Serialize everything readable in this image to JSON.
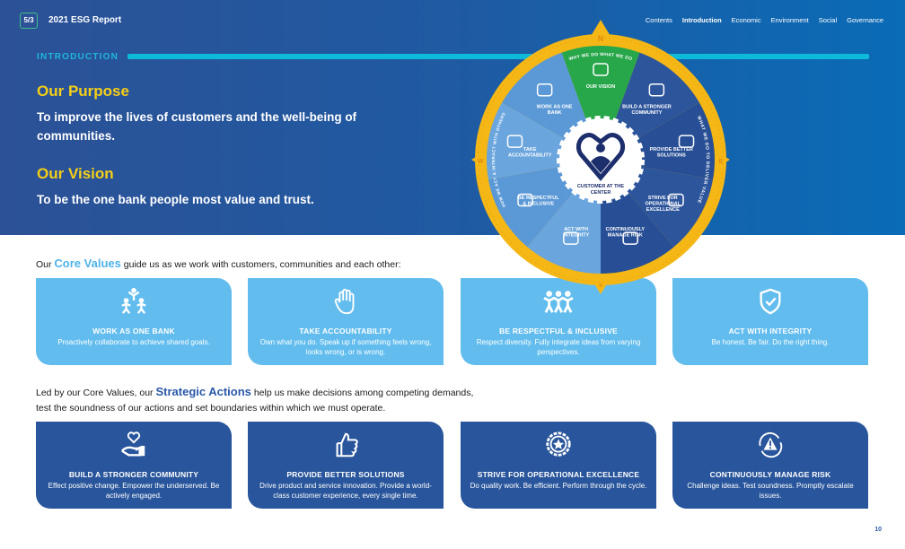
{
  "header": {
    "logo_text": "5/3",
    "report_title": "2021 ESG Report",
    "nav": [
      "Contents",
      "Introduction",
      "Economic",
      "Environment",
      "Social",
      "Governance"
    ],
    "active_nav": "Introduction"
  },
  "section_label": "INTRODUCTION",
  "purpose": {
    "heading": "Our Purpose",
    "text": "To improve the lives of customers and the well-being of communities."
  },
  "vision": {
    "heading": "Our Vision",
    "text": "To be the one bank people most value and trust."
  },
  "core_intro": {
    "pre": "Our ",
    "highlight": "Core Values",
    "post": " guide us as we work with customers, communities and each other:"
  },
  "core_values": [
    {
      "icon": "people-pyramid-icon",
      "title": "WORK AS ONE BANK",
      "desc": "Proactively collaborate to achieve shared goals."
    },
    {
      "icon": "raised-hand-icon",
      "title": "TAKE ACCOUNTABILITY",
      "desc": "Own what you do. Speak up if something feels wrong, looks wrong, or is wrong."
    },
    {
      "icon": "diverse-people-icon",
      "title": "BE RESPECTFUL & INCLUSIVE",
      "desc": "Respect diversity. Fully integrate ideas from varying perspectives."
    },
    {
      "icon": "shield-check-icon",
      "title": "ACT WITH INTEGRITY",
      "desc": "Be honest. Be fair. Do the right thing."
    }
  ],
  "strategic_intro": {
    "pre": "Led by our Core Values, our ",
    "highlight": "Strategic Actions",
    "post": " help us make decisions among competing demands,",
    "line2": "test the soundness of our actions and set boundaries within which we must operate."
  },
  "strategic_actions": [
    {
      "icon": "heart-hand-icon",
      "title": "BUILD A STRONGER COMMUNITY",
      "desc": "Effect positive change. Empower the underserved. Be actively engaged."
    },
    {
      "icon": "thumbs-up-icon",
      "title": "PROVIDE BETTER SOLUTIONS",
      "desc": "Drive product and service innovation. Provide a world-class customer experience, every single time."
    },
    {
      "icon": "star-badge-icon",
      "title": "STRIVE FOR OPERATIONAL EXCELLENCE",
      "desc": "Do quality work. Be efficient. Perform through the cycle."
    },
    {
      "icon": "warning-cycle-icon",
      "title": "CONTINUOUSLY MANAGE RISK",
      "desc": "Challenge ideas. Test soundness. Promptly escalate issues."
    }
  ],
  "wheel": {
    "compass": {
      "n": "N",
      "e": "E",
      "s": "S",
      "w": "W"
    },
    "ring_top": "WHY WE DO WHAT WE DO",
    "ring_right": "WHAT WE DO TO DELIVER VALUE",
    "ring_left": "HOW WE ACT & INTERACT WITH OTHERS",
    "center": [
      "CUSTOMER AT THE",
      "CENTER"
    ],
    "segments": [
      {
        "l1": "OUR VISION",
        "l2": ""
      },
      {
        "l1": "BUILD A STRONGER",
        "l2": "COMMUNITY"
      },
      {
        "l1": "PROVIDE BETTER",
        "l2": "SOLUTIONS"
      },
      {
        "l1": "STRIVE FOR",
        "l2": "OPERATIONAL",
        "l3": "EXCELLENCE"
      },
      {
        "l1": "CONTINUOUSLY",
        "l2": "MANAGE RISK"
      },
      {
        "l1": "ACT WITH",
        "l2": "INTEGRITY"
      },
      {
        "l1": "BE RESPECTFUL",
        "l2": "& INCLUSIVE"
      },
      {
        "l1": "TAKE",
        "l2": "ACCOUNTABILITY"
      },
      {
        "l1": "WORK AS ONE",
        "l2": "BANK"
      }
    ]
  },
  "colors": {
    "gold": "#f5b716",
    "green": "#27a74a",
    "light": "#5a9ad8",
    "dark": "#2a4f96"
  },
  "page_number": "10"
}
